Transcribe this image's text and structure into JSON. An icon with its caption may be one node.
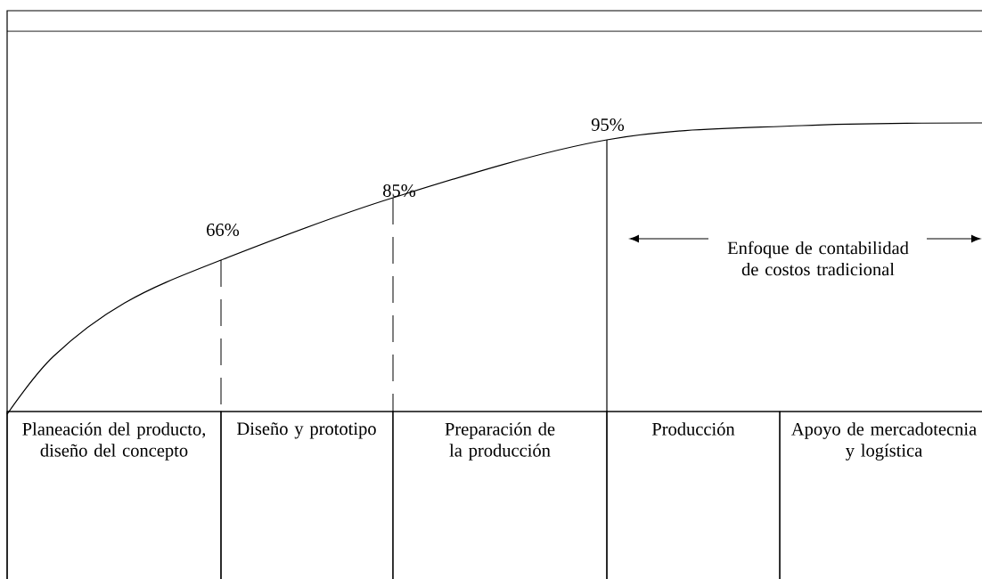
{
  "diagram": {
    "nodes": [
      {
        "text": [
          "Planeación del producto, diseño del concepto"
        ]
      },
      {
        "text": [
          "Diseño y prototipo"
        ]
      },
      {
        "text": [
          "Preparación de la producción"
        ]
      },
      {
        "text": [
          "Producción"
        ]
      },
      {
        "text": [
          "Apoyo de mercadotecnia y logística"
        ]
      }
    ],
    "labels": [
      "66%",
      "85%",
      "95%",
      "Enfoque de contabilidad de costos tradicional"
    ]
  }
}
